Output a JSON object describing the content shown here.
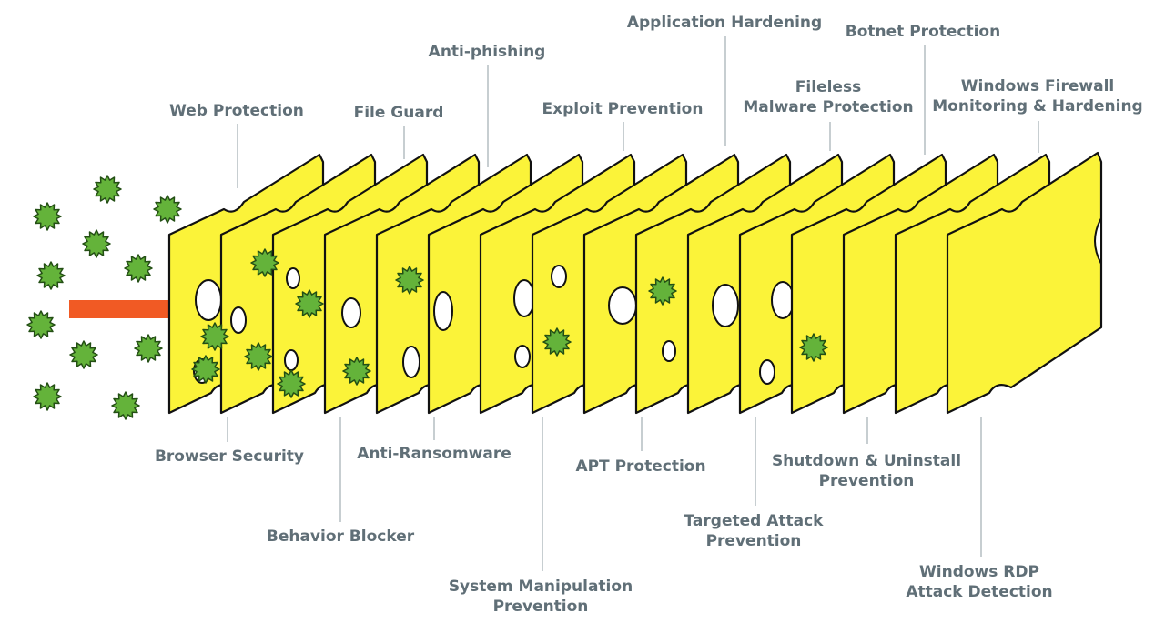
{
  "layers": {
    "top": [
      {
        "id": "web-protection",
        "lines": [
          "Web Protection"
        ]
      },
      {
        "id": "file-guard",
        "lines": [
          "File Guard"
        ]
      },
      {
        "id": "anti-phishing",
        "lines": [
          "Anti-phishing"
        ]
      },
      {
        "id": "exploit-prevention",
        "lines": [
          "Exploit Prevention"
        ]
      },
      {
        "id": "application-hardening",
        "lines": [
          "Application Hardening"
        ]
      },
      {
        "id": "fileless-malware-protection",
        "lines": [
          "Fileless",
          "Malware Protection"
        ]
      },
      {
        "id": "botnet-protection",
        "lines": [
          "Botnet Protection"
        ]
      },
      {
        "id": "windows-firewall",
        "lines": [
          "Windows Firewall",
          "Monitoring & Hardening"
        ]
      }
    ],
    "bottom": [
      {
        "id": "browser-security",
        "lines": [
          "Browser Security"
        ]
      },
      {
        "id": "behavior-blocker",
        "lines": [
          "Behavior Blocker"
        ]
      },
      {
        "id": "anti-ransomware",
        "lines": [
          "Anti-Ransomware"
        ]
      },
      {
        "id": "system-manipulation-prevention",
        "lines": [
          "System Manipulation",
          "Prevention"
        ]
      },
      {
        "id": "apt-protection",
        "lines": [
          "APT Protection"
        ]
      },
      {
        "id": "targeted-attack-prevention",
        "lines": [
          "Targeted Attack",
          "Prevention"
        ]
      },
      {
        "id": "shutdown-uninstall-prevention",
        "lines": [
          "Shutdown & Uninstall",
          "Prevention"
        ]
      },
      {
        "id": "windows-rdp-attack-detection",
        "lines": [
          "Windows RDP",
          "Attack Detection"
        ]
      }
    ]
  },
  "colors": {
    "cheese": "#fbf339",
    "cheese_edge": "#f0e62c",
    "outline": "#111111",
    "arrow": "#f15a24",
    "malware": "#64b33a",
    "label": "#606f77",
    "leader": "#a9b3b8"
  },
  "icons": {
    "malware": "spiky-germ-icon",
    "attack": "arrow-right-icon"
  }
}
